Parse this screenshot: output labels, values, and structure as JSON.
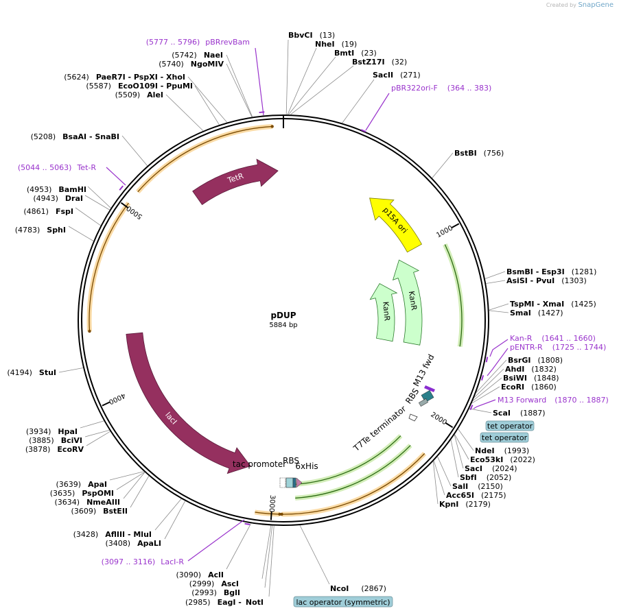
{
  "brand": {
    "prefix": "Created by",
    "name": "SnapGene"
  },
  "plasmid": {
    "name": "pDUP",
    "length": 5884,
    "size_label": "5884 bp"
  },
  "ticks": [
    {
      "pos": 0,
      "label": ""
    },
    {
      "pos": 1000,
      "label": "1000"
    },
    {
      "pos": 2000,
      "label": "2000"
    },
    {
      "pos": 3000,
      "label": "3000"
    },
    {
      "pos": 4000,
      "label": "4000"
    },
    {
      "pos": 5000,
      "label": "5000"
    }
  ],
  "colors": {
    "tetR": "#95305f",
    "lacI": "#95305f",
    "ori": "#ffff00",
    "kanR": "#ccffcc",
    "track": "#f5b041",
    "primer": "#9933cc",
    "operator_fill": "#9fcdd8",
    "label": "#000000"
  },
  "features": [
    {
      "name": "p15A ori",
      "color": "ori",
      "start": 575,
      "end": 1000,
      "direction": -1,
      "track": "t0"
    },
    {
      "name": "KanR",
      "color": "kanR",
      "start": 1021,
      "end": 1640,
      "direction": -1,
      "track": "t1"
    },
    {
      "name": "KanR",
      "color": "kanR",
      "start": 1130,
      "end": 1650,
      "direction": -1,
      "track": "t2"
    },
    {
      "name": "TetR",
      "color": "tetR",
      "start": 5310,
      "end": 5850,
      "direction": 1,
      "track": "t0"
    },
    {
      "name": "lacI",
      "color": "lacI",
      "start": 3150,
      "end": 4330,
      "direction": -1,
      "track": "t0"
    }
  ],
  "outer_arcs": [
    {
      "start": 5090,
      "end": 5830,
      "direction": 1
    },
    {
      "start": 4360,
      "end": 5020,
      "direction": -1
    },
    {
      "start": 2180,
      "end": 2950,
      "direction": 1
    },
    {
      "start": 2960,
      "end": 3080,
      "direction": -1
    }
  ],
  "inner_arcs": [
    {
      "start": 1060,
      "end": 1610,
      "direction": -1
    },
    {
      "start": 2200,
      "end": 2880,
      "direction": -1
    }
  ],
  "center_labels": [
    {
      "text": "tac promoter"
    },
    {
      "text": "RBS"
    },
    {
      "text": "6xHis"
    },
    {
      "text": "T7Te terminator"
    },
    {
      "text": "RBS"
    },
    {
      "text": "M13 fwd"
    }
  ],
  "sites": [
    {
      "name": "BbvCI",
      "pos": "(13)"
    },
    {
      "name": "NheI",
      "pos": "(19)"
    },
    {
      "name": "BmtI",
      "pos": "(23)"
    },
    {
      "name": "BstZ17I",
      "pos": "(32)"
    },
    {
      "name": "SacII",
      "pos": "(271)"
    },
    {
      "name": "BstBI",
      "pos": "(756)"
    },
    {
      "name": "BsmBI   - Esp3I",
      "pos": "(1281)"
    },
    {
      "name": "AsiSI   - PvuI",
      "pos": "(1303)"
    },
    {
      "name": "TspMI   - XmaI",
      "pos": "(1425)"
    },
    {
      "name": "SmaI",
      "pos": "(1427)"
    },
    {
      "name": "BsrGI",
      "pos": "(1808)"
    },
    {
      "name": "AhdI",
      "pos": "(1832)"
    },
    {
      "name": "BsiWI",
      "pos": "(1848)"
    },
    {
      "name": "EcoRI",
      "pos": "(1860)"
    },
    {
      "name": "ScaI",
      "pos": "(1887)"
    },
    {
      "name": "NdeI",
      "pos": "(1993)"
    },
    {
      "name": "Eco53kI",
      "pos": "(2022)"
    },
    {
      "name": "SacI",
      "pos": "(2024)"
    },
    {
      "name": "SbfI",
      "pos": "(2052)"
    },
    {
      "name": "SalI",
      "pos": "(2150)"
    },
    {
      "name": "Acc65I",
      "pos": "(2175)"
    },
    {
      "name": "KpnI",
      "pos": "(2179)"
    },
    {
      "name": "NcoI",
      "pos": "(2867)"
    },
    {
      "name": "NotI",
      "pos": "(2985)",
      "prefix_name": "EagI   -"
    },
    {
      "name": "BglI",
      "pos": "(2993)"
    },
    {
      "name": "AscI",
      "pos": "(2999)"
    },
    {
      "name": "AclI",
      "pos": "(3090)"
    },
    {
      "name": "ApaLI",
      "pos": "(3408)"
    },
    {
      "name": "AflIII   - MluI",
      "pos": "(3428)"
    },
    {
      "name": "BstEII",
      "pos": "(3609)"
    },
    {
      "name": "NmeAIII",
      "pos": "(3634)"
    },
    {
      "name": "PspOMI",
      "pos": "(3635)"
    },
    {
      "name": "ApaI",
      "pos": "(3639)"
    },
    {
      "name": "EcoRV",
      "pos": "(3878)"
    },
    {
      "name": "BciVI",
      "pos": "(3885)"
    },
    {
      "name": "HpaI",
      "pos": "(3934)"
    },
    {
      "name": "StuI",
      "pos": "(4194)"
    },
    {
      "name": "SphI",
      "pos": "(4783)"
    },
    {
      "name": "FspI",
      "pos": "(4861)"
    },
    {
      "name": "DraI",
      "pos": "(4943)"
    },
    {
      "name": "BamHI",
      "pos": "(4953)"
    },
    {
      "name": "BsaAI   - SnaBI",
      "pos": "(5208)"
    },
    {
      "name": "AleI",
      "pos": "(5509)"
    },
    {
      "name": "EcoO109I   - PpuMI",
      "pos": "(5587)"
    },
    {
      "name": "PaeR7I   - PspXI   - XhoI",
      "pos": "(5624)"
    },
    {
      "name": "NgoMIV",
      "pos": "(5740)"
    },
    {
      "name": "NaeI",
      "pos": "(5742)"
    }
  ],
  "primers": [
    {
      "name": "pBRrevBam",
      "range": "(5777 .. 5796)"
    },
    {
      "name": "pBR322ori-F",
      "range": "(364 .. 383)"
    },
    {
      "name": "Tet-R",
      "range": "(5044 .. 5063)"
    },
    {
      "name": "Kan-R",
      "range": "(1641 .. 1660)"
    },
    {
      "name": "pENTR-R",
      "range": "(1725 .. 1744)"
    },
    {
      "name": "M13 Forward",
      "range": "(1870 .. 1887)"
    },
    {
      "name": "LacI-R",
      "range": "(3097 .. 3116)"
    }
  ],
  "operators": [
    {
      "label": "tet operator"
    },
    {
      "label": "tet operator"
    },
    {
      "label": "lac operator (symmetric)"
    }
  ]
}
